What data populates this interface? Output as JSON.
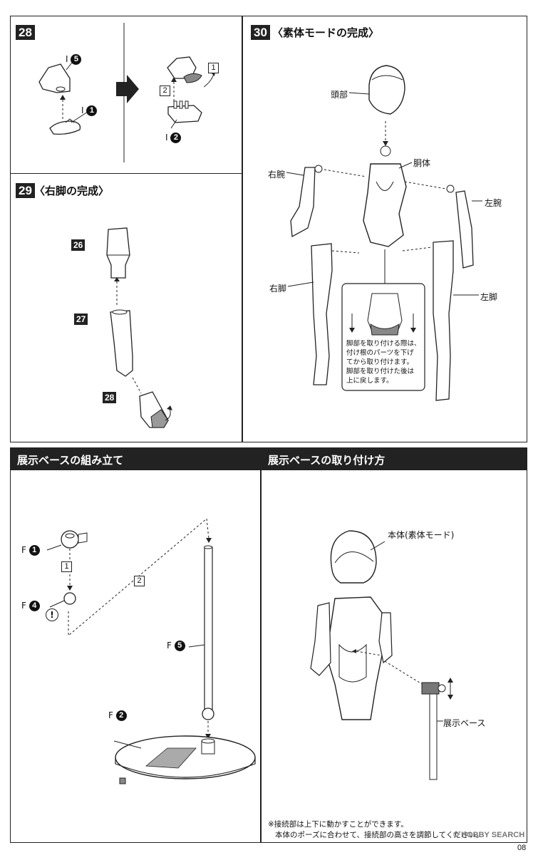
{
  "steps": {
    "s28": {
      "num": "28",
      "l1": "I",
      "p1": "5",
      "l2": "I",
      "p2": "1",
      "l3": "I",
      "p3": "2",
      "arrow1": "1",
      "arrow2": "2"
    },
    "s29": {
      "num": "29",
      "title": "〈右脚の完成〉",
      "t26": "26",
      "t27": "27",
      "t28": "28"
    },
    "s30": {
      "num": "30",
      "title": "〈素体モードの完成〉",
      "head": "頭部",
      "torso": "胴体",
      "right_arm": "右腕",
      "left_arm": "左腕",
      "right_leg": "右脚",
      "left_leg": "左脚",
      "callout": [
        "脚部を取り付ける際は、",
        "付け根のパーツを下げ",
        "てから取り付けます。",
        "脚部を取り付けた後は",
        "上に戻します。"
      ]
    }
  },
  "base_assembly": {
    "header": "展示ベースの組み立て",
    "f1": "F",
    "f1n": "1",
    "f4": "F",
    "f4n": "4",
    "f5": "F",
    "f5n": "5",
    "f2": "F",
    "f2n": "2",
    "step1": "1",
    "step2": "2",
    "caution": "!"
  },
  "base_attach": {
    "header": "展示ベースの取り付け方",
    "body_label": "本体(素体モード)",
    "stand_label": "展示ベース",
    "note_lines": [
      "※接続部は上下に動かすことができます。",
      "本体のポーズに合わせて、接続部の高さを調節してください。"
    ]
  },
  "watermark": "© HOBBY SEARCH",
  "page_number": "08"
}
